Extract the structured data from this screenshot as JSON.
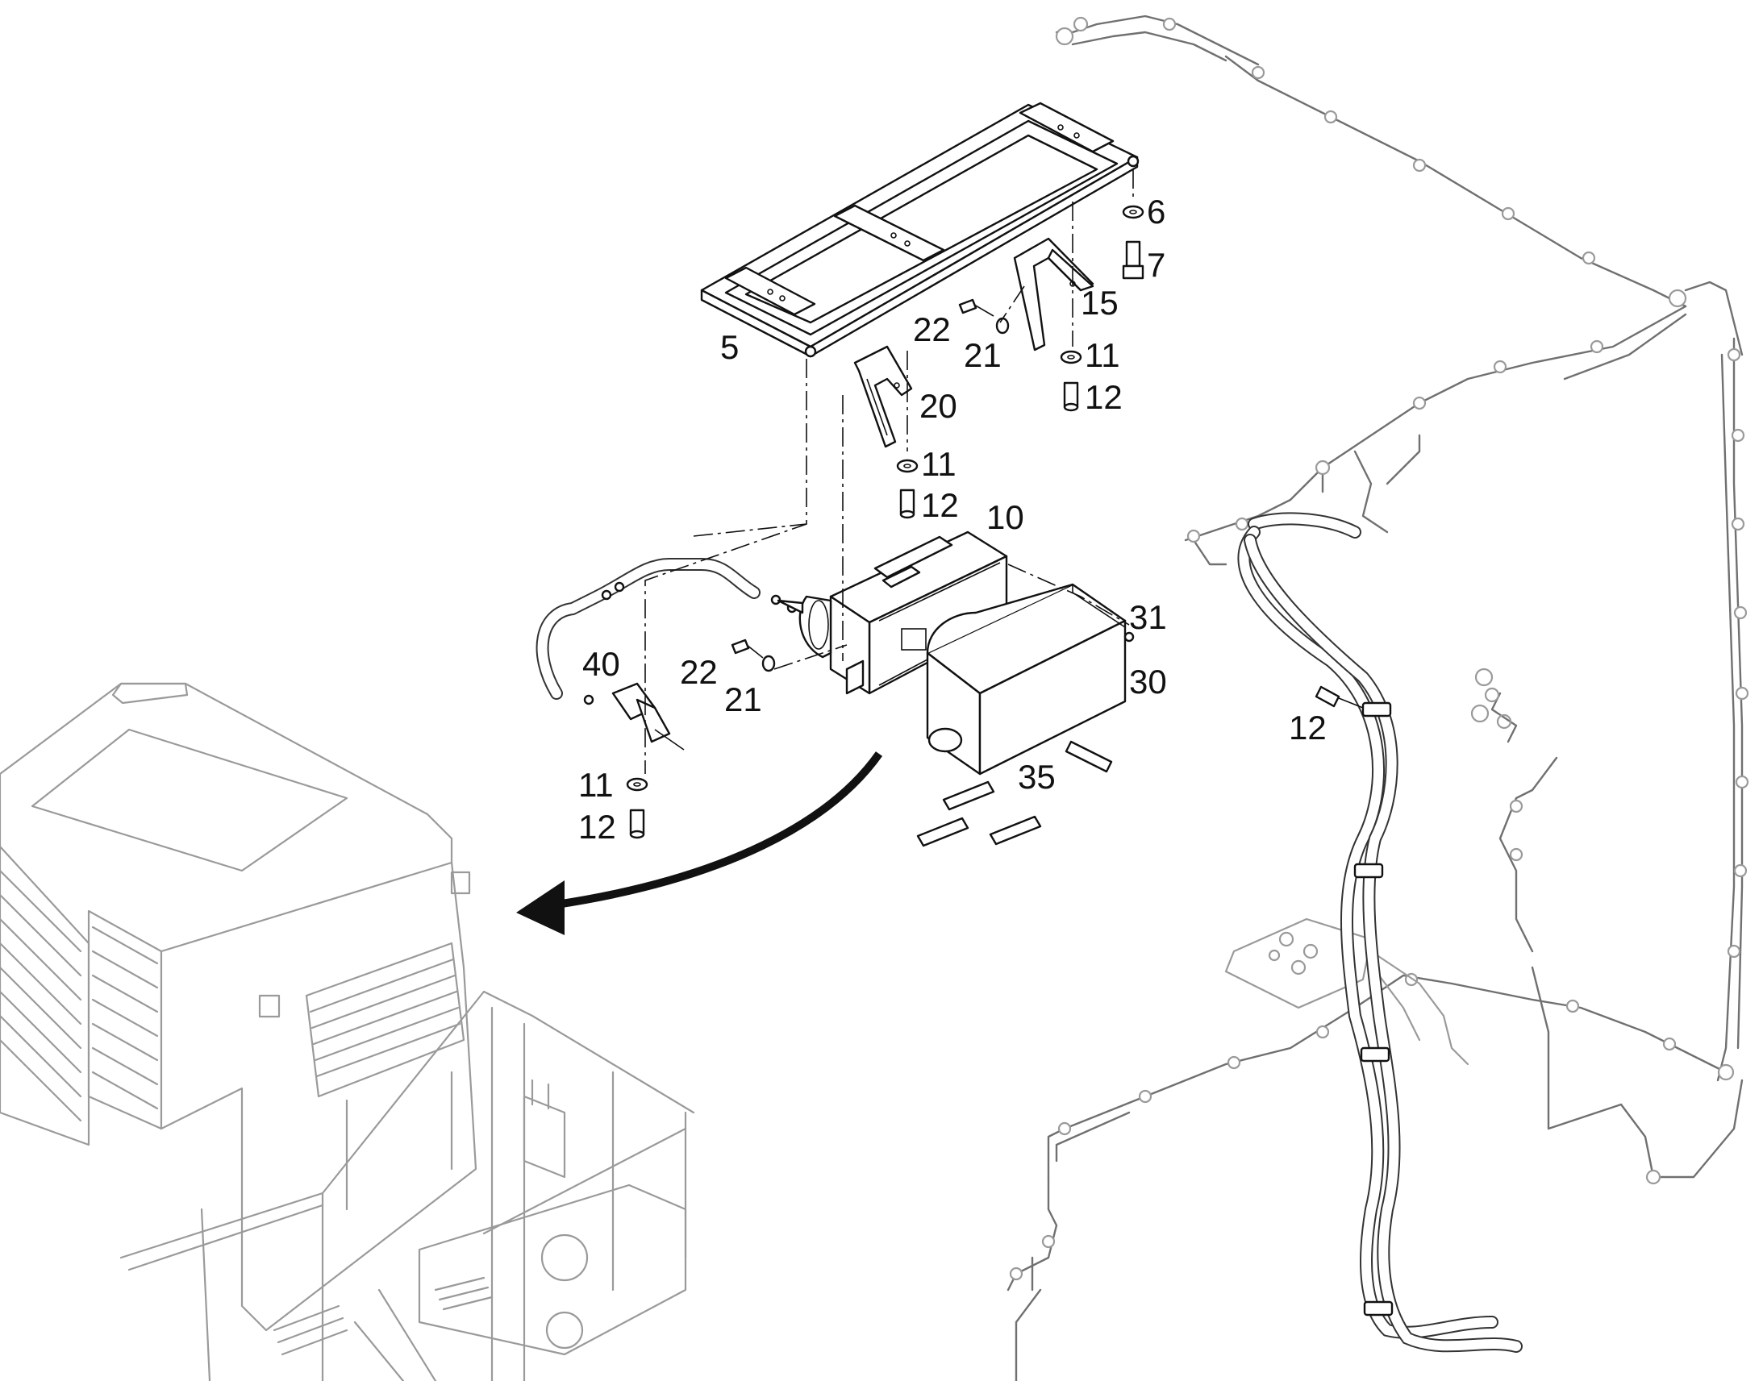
{
  "callouts": [
    {
      "id": "c5",
      "text": "5"
    },
    {
      "id": "c6",
      "text": "6"
    },
    {
      "id": "c7",
      "text": "7"
    },
    {
      "id": "c15",
      "text": "15"
    },
    {
      "id": "c22a",
      "text": "22"
    },
    {
      "id": "c21a",
      "text": "21"
    },
    {
      "id": "c11a",
      "text": "11"
    },
    {
      "id": "c12a",
      "text": "12"
    },
    {
      "id": "c20",
      "text": "20"
    },
    {
      "id": "c11b",
      "text": "11"
    },
    {
      "id": "c12b",
      "text": "12"
    },
    {
      "id": "c10",
      "text": "10"
    },
    {
      "id": "c31",
      "text": "31"
    },
    {
      "id": "c30",
      "text": "30"
    },
    {
      "id": "c40",
      "text": "40"
    },
    {
      "id": "c22b",
      "text": "22"
    },
    {
      "id": "c21b",
      "text": "21"
    },
    {
      "id": "c35",
      "text": "35"
    },
    {
      "id": "c11c",
      "text": "11"
    },
    {
      "id": "c12c",
      "text": "12"
    },
    {
      "id": "c12d",
      "text": "12"
    }
  ]
}
